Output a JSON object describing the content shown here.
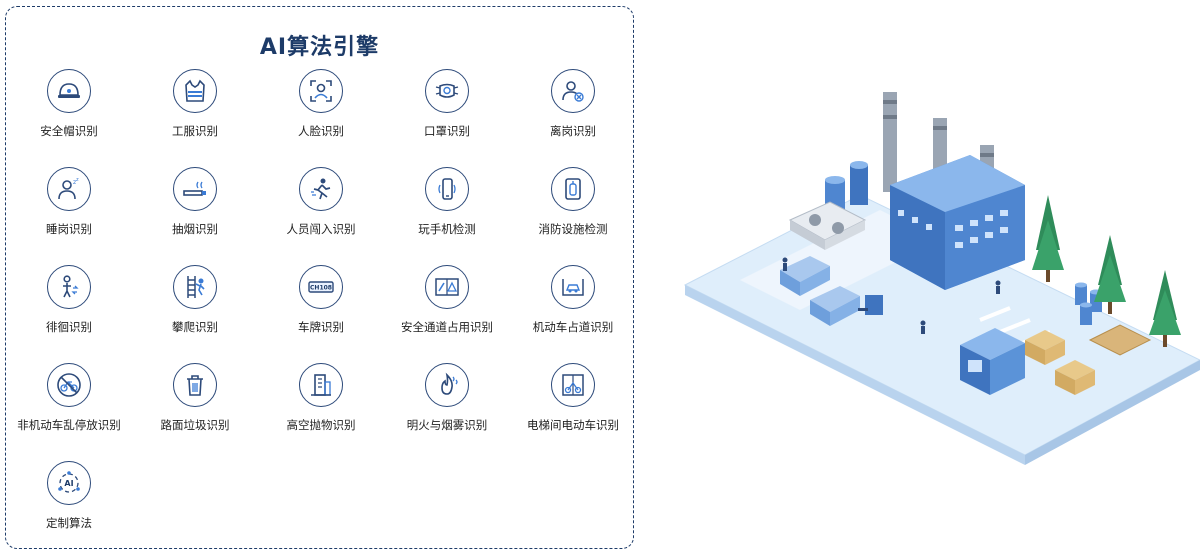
{
  "panel": {
    "title": "AI算法引擎",
    "items": [
      {
        "label": "安全帽识别",
        "icon": "safety-helmet-icon"
      },
      {
        "label": "工服识别",
        "icon": "work-vest-icon"
      },
      {
        "label": "人脸识别",
        "icon": "face-scan-icon"
      },
      {
        "label": "口罩识别",
        "icon": "mask-icon"
      },
      {
        "label": "离岗识别",
        "icon": "person-absent-icon"
      },
      {
        "label": "睡岗识别",
        "icon": "person-sleeping-icon"
      },
      {
        "label": "抽烟识别",
        "icon": "cigarette-icon"
      },
      {
        "label": "人员闯入识别",
        "icon": "person-running-icon"
      },
      {
        "label": "玩手机检测",
        "icon": "phone-icon"
      },
      {
        "label": "消防设施检测",
        "icon": "fire-extinguisher-icon"
      },
      {
        "label": "徘徊识别",
        "icon": "person-wander-icon"
      },
      {
        "label": "攀爬识别",
        "icon": "ladder-climb-icon"
      },
      {
        "label": "车牌识别",
        "icon": "license-plate-icon",
        "plate_text": "CH108"
      },
      {
        "label": "安全通道占用识别",
        "icon": "safety-passage-icon"
      },
      {
        "label": "机动车占道识别",
        "icon": "car-lane-icon"
      },
      {
        "label": "非机动车乱停放识别",
        "icon": "no-bike-icon"
      },
      {
        "label": "路面垃圾识别",
        "icon": "trash-bin-icon"
      },
      {
        "label": "高空抛物识别",
        "icon": "building-icon"
      },
      {
        "label": "明火与烟雾识别",
        "icon": "fire-smoke-icon"
      },
      {
        "label": "电梯间电动车识别",
        "icon": "elevator-bike-icon"
      },
      {
        "label": "定制算法",
        "icon": "ai-custom-icon",
        "badge_text": "AI"
      }
    ]
  },
  "colors": {
    "primary": "#1d3b68",
    "icon_stroke": "#2d4a7a",
    "accent": "#3a7bd5"
  }
}
